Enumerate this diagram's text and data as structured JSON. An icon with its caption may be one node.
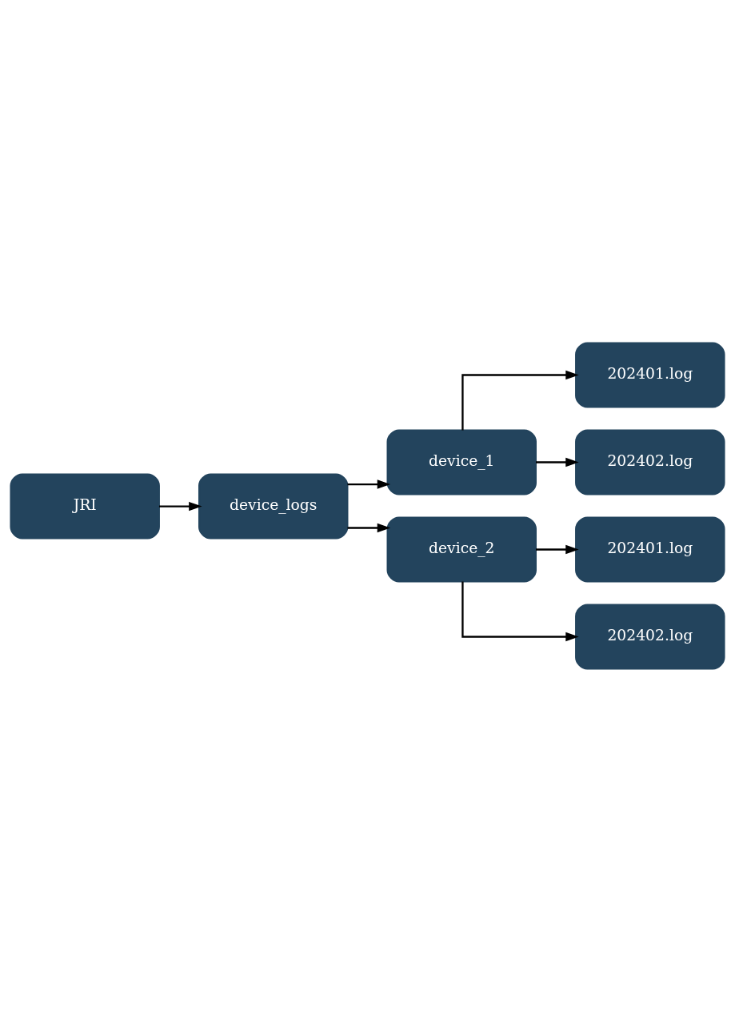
{
  "diagram": {
    "nodes": [
      {
        "text": [
          "JRI"
        ]
      },
      {
        "text": [
          "device_logs"
        ]
      },
      {
        "text": [
          "device_1"
        ]
      },
      {
        "text": [
          "202401.log"
        ]
      },
      {
        "text": [
          "202402.log"
        ]
      },
      {
        "text": [
          "device_2"
        ]
      },
      {
        "text": [
          "202401.log"
        ]
      },
      {
        "text": [
          "202402.log"
        ]
      }
    ],
    "edges": [
      {
        "from": 0,
        "to": 1,
        "arrow": "to"
      },
      {
        "from": 1,
        "to": 2,
        "arrow": "to"
      },
      {
        "from": 2,
        "to": 3,
        "arrow": "to"
      },
      {
        "from": 2,
        "to": 4,
        "arrow": "to"
      },
      {
        "from": 1,
        "to": 5,
        "arrow": "to"
      },
      {
        "from": 5,
        "to": 6,
        "arrow": "to"
      },
      {
        "from": 5,
        "to": 7,
        "arrow": "to"
      }
    ]
  }
}
